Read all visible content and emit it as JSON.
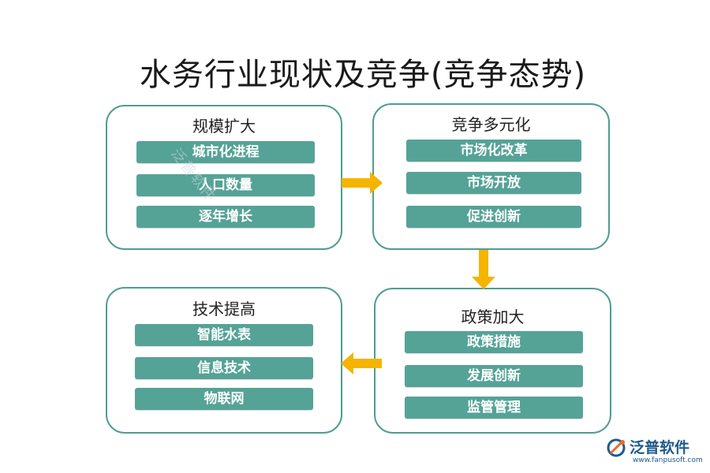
{
  "title": "水务行业现状及竞争(竞争态势)",
  "boxes": [
    {
      "heading": "规模扩大",
      "items": [
        "城市化进程",
        "人口数量",
        "逐年增长"
      ]
    },
    {
      "heading": "竞争多元化",
      "items": [
        "市场化改革",
        "市场开放",
        "促进创新"
      ]
    },
    {
      "heading": "政策加大",
      "items": [
        "政策措施",
        "发展创新",
        "监管管理"
      ]
    },
    {
      "heading": "技术提高",
      "items": [
        "智能水表",
        "信息技术",
        "物联网"
      ]
    }
  ],
  "watermark": "泛普软件",
  "logo": {
    "name": "泛普软件",
    "url": "www.fanpusoft.com",
    "icon": "fanpu-logo-icon"
  },
  "colors": {
    "box_border": "#4f9e90",
    "pill": "#55a396",
    "arrow": "#f4b400",
    "logo": "#1e5a8c"
  }
}
